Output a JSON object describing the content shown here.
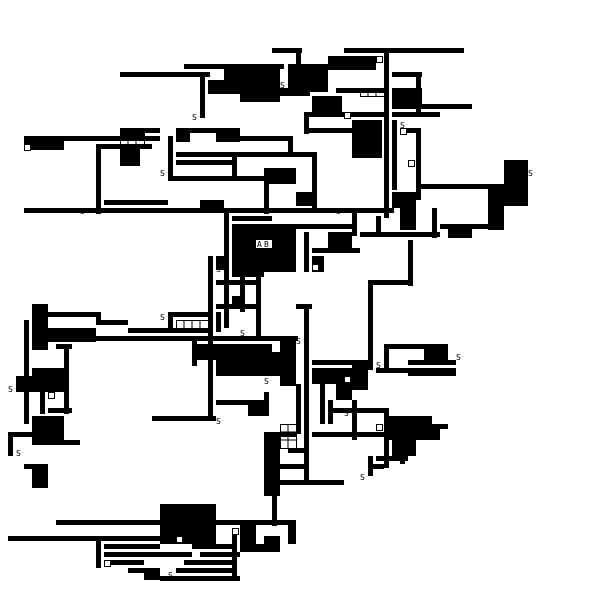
{
  "board": {
    "background": "#ffffff",
    "wall_color": "#000000",
    "marker_color": "#000000",
    "markers": [
      {
        "name": "start-marker-a",
        "text": "S"
      },
      {
        "name": "start-marker-b",
        "text": "S"
      },
      {
        "name": "start-marker-c",
        "text": "S"
      },
      {
        "name": "start-marker-d",
        "text": "S"
      },
      {
        "name": "start-marker-e",
        "text": "S"
      },
      {
        "name": "start-marker-f",
        "text": "S"
      },
      {
        "name": "start-marker-g",
        "text": "S"
      },
      {
        "name": "start-marker-h",
        "text": "S"
      },
      {
        "name": "start-marker-i",
        "text": "S"
      },
      {
        "name": "start-marker-j",
        "text": "S"
      },
      {
        "name": "start-marker-k",
        "text": "S"
      },
      {
        "name": "start-marker-l",
        "text": "S"
      },
      {
        "name": "start-marker-m",
        "text": "S"
      },
      {
        "name": "start-marker-n",
        "text": "S"
      },
      {
        "name": "start-marker-o",
        "text": "S"
      },
      {
        "name": "start-marker-p",
        "text": "S"
      },
      {
        "name": "start-marker-q",
        "text": "S"
      },
      {
        "name": "start-marker-r",
        "text": "S"
      },
      {
        "name": "start-marker-s",
        "text": "S"
      },
      {
        "name": "start-marker-t",
        "text": "S"
      },
      {
        "name": "start-marker-u",
        "text": "S"
      },
      {
        "name": "start-marker-v",
        "text": "S"
      }
    ],
    "door_labels": [
      "A",
      "B"
    ]
  }
}
